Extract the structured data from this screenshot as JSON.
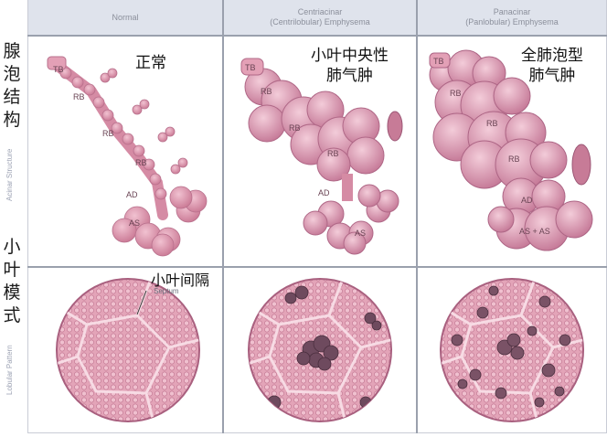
{
  "columns": [
    {
      "header": "Normal",
      "cn_title": "正常"
    },
    {
      "header": "Centriacinar\n(Centrilobular) Emphysema",
      "cn_title": "小叶中央性\n肺气肿"
    },
    {
      "header": "Panacinar\n(Panlobular) Emphysema",
      "cn_title": "全肺泡型\n肺气肿"
    }
  ],
  "rows": [
    {
      "cn": "腺\n泡\n结\n构",
      "en": "Acinar Structure"
    },
    {
      "cn": "小\n叶\n模\n式",
      "en": "Lobular Pattern"
    }
  ],
  "labels": {
    "tb": "TB",
    "rb1": "RB",
    "rb2": "RB",
    "rb3": "RB",
    "ad": "AD",
    "as": "AS",
    "as_as": "AS + AS",
    "septum_cn": "小叶间隔",
    "septum_en": "Septum"
  },
  "colors": {
    "tissue": "#d98fa8",
    "tissue_dark": "#b56a86",
    "alveoli": "#e7a9bd",
    "disease": "#6e4a5e",
    "header_bg": "#dfe3ec"
  }
}
